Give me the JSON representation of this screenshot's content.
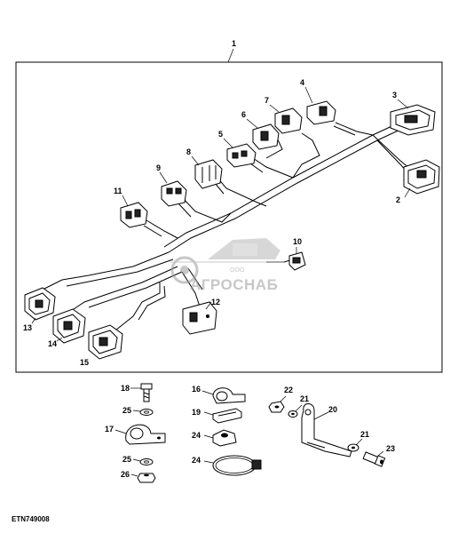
{
  "diagram": {
    "main_callout": "1",
    "figure_code": "ETN749008",
    "harness_callouts": [
      "2",
      "3",
      "4",
      "5",
      "6",
      "7",
      "8",
      "9",
      "10",
      "11",
      "12",
      "13",
      "14",
      "15"
    ],
    "hardware_callouts": [
      "16",
      "17",
      "18",
      "19",
      "20",
      "21",
      "21",
      "22",
      "23",
      "24",
      "24",
      "25",
      "25",
      "26"
    ]
  },
  "watermark": {
    "text": "АГРОСНАБ",
    "small_text": "ООО"
  }
}
